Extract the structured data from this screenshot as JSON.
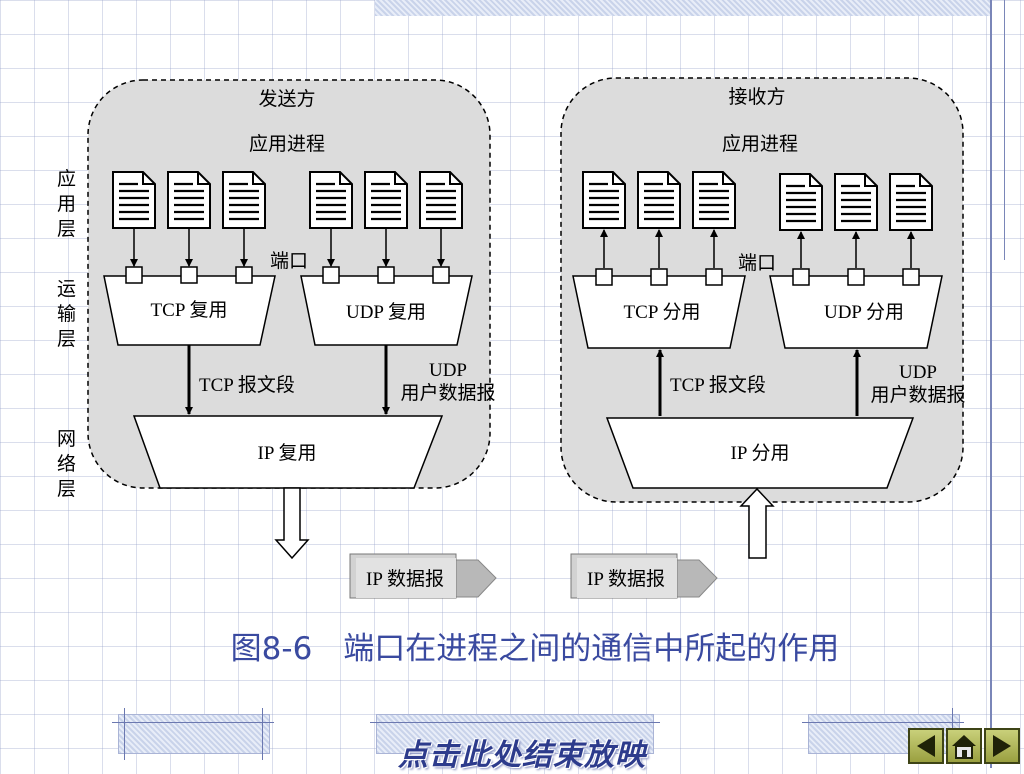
{
  "diagram": {
    "layers": {
      "application": "应用层",
      "transport": "运输层",
      "network": "网络层"
    },
    "sender": {
      "title": "发送方",
      "app_process": "应用进程",
      "port": "端口",
      "tcp_box": "TCP 复用",
      "udp_box": "UDP 复用",
      "tcp_segment": "TCP 报文段",
      "udp_line1": "UDP",
      "udp_line2": "用户数据报",
      "ip_box": "IP 复用"
    },
    "receiver": {
      "title": "接收方",
      "app_process": "应用进程",
      "port": "端口",
      "tcp_box": "TCP 分用",
      "udp_box": "UDP 分用",
      "tcp_segment": "TCP 报文段",
      "udp_line1": "UDP",
      "udp_line2": "用户数据报",
      "ip_box": "IP 分用"
    },
    "datagram_left": "IP 数据报",
    "datagram_right": "IP 数据报"
  },
  "caption": "图8-6　端口在进程之间的通信中所起的作用",
  "footer": {
    "end_show": "点击此处结束放映",
    "nav_icons": [
      "prev-arrow-icon",
      "home-icon",
      "next-arrow-icon"
    ]
  }
}
